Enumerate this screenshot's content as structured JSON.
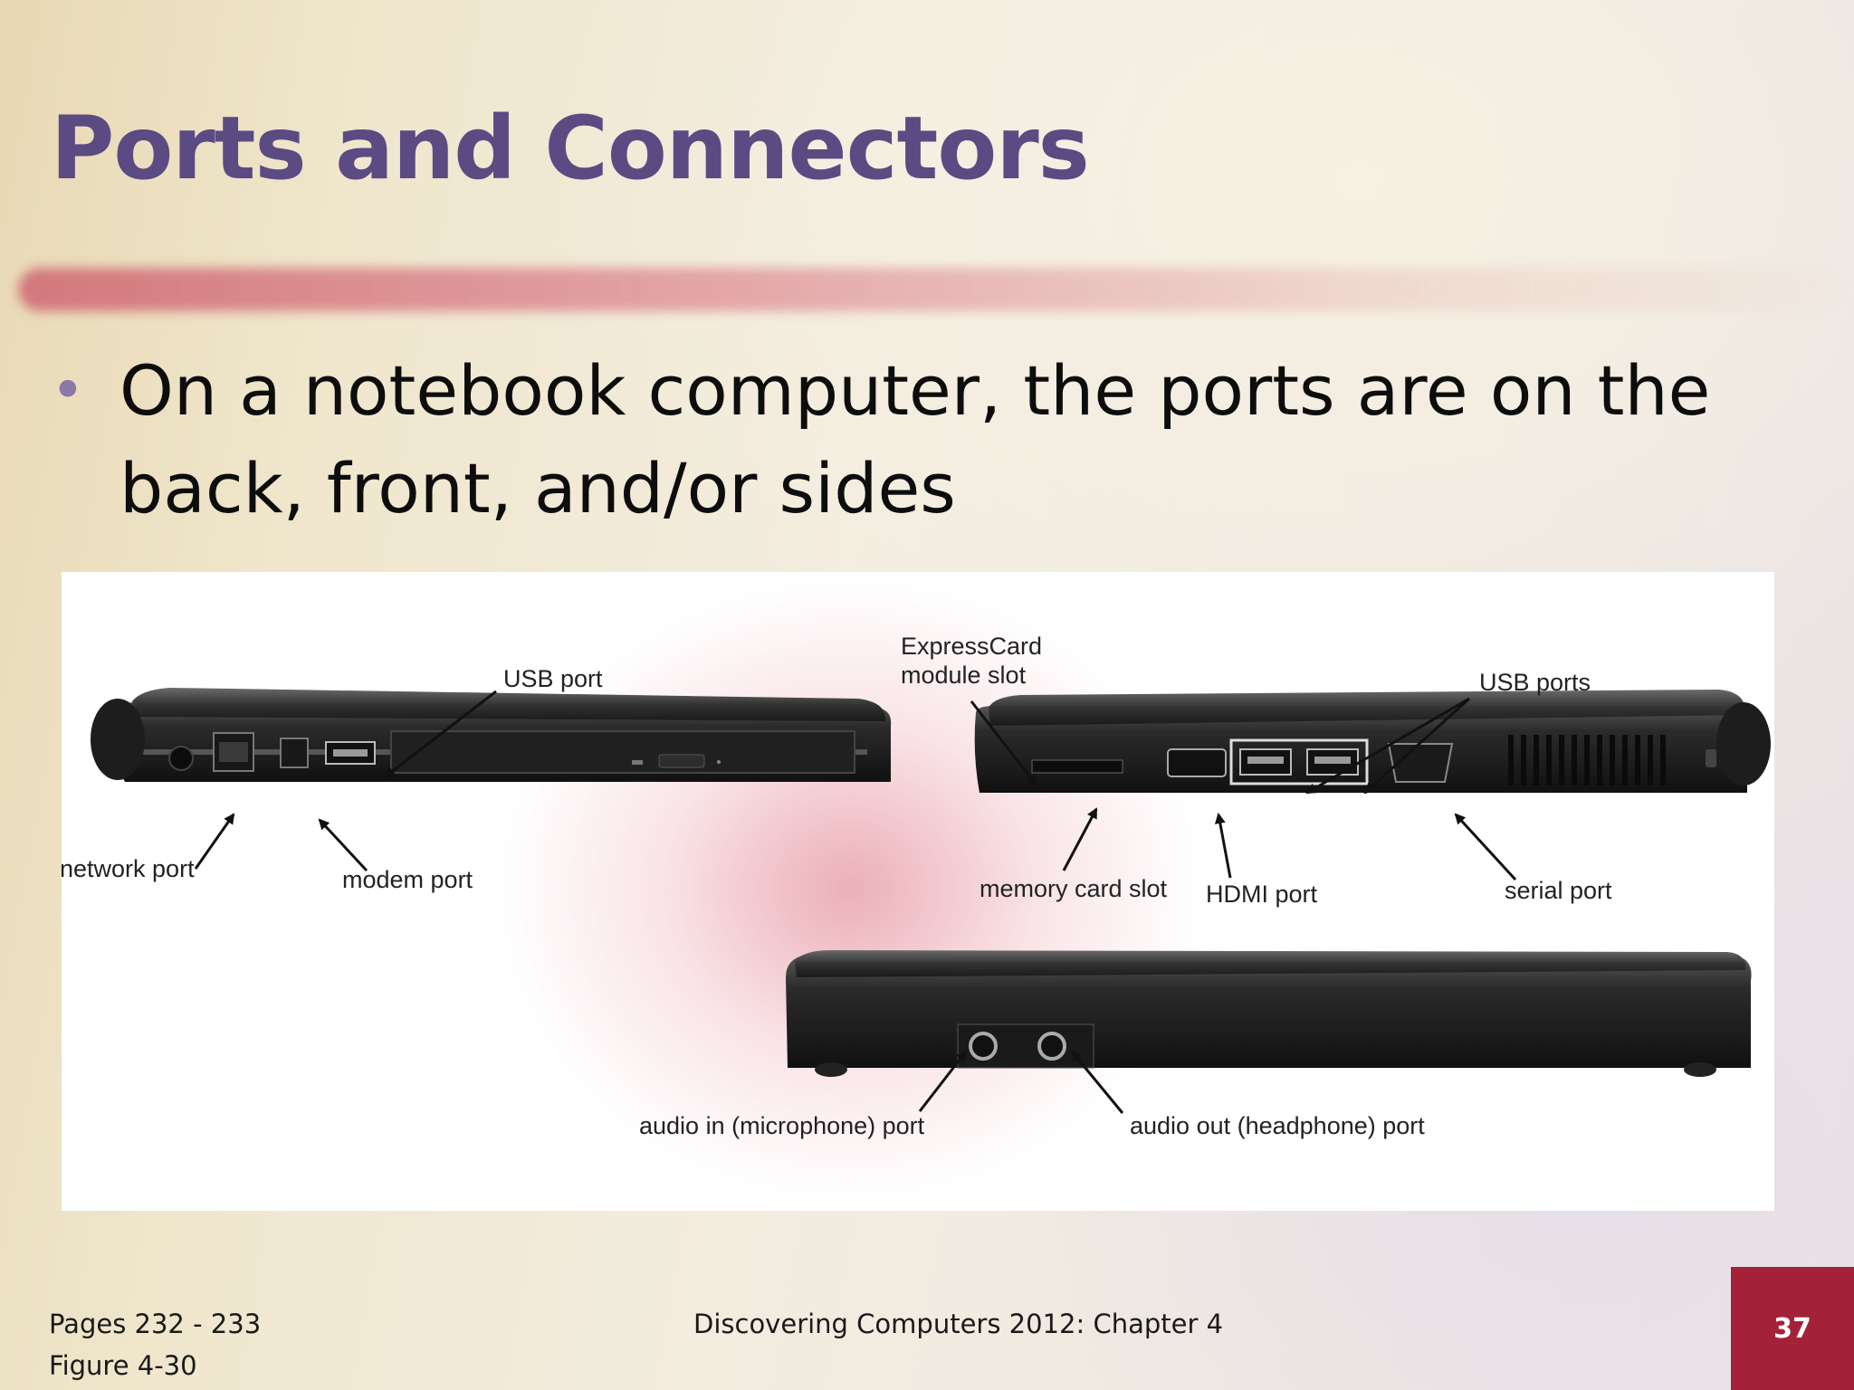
{
  "slide": {
    "title": "Ports and Connectors",
    "bullets": [
      "On a notebook computer, the ports are on the back, front, and/or sides"
    ]
  },
  "figure": {
    "labels": {
      "usb_port": "USB port",
      "expresscard_line1": "ExpressCard",
      "expresscard_line2": "module slot",
      "usb_ports": "USB ports",
      "network_port": "network port",
      "modem_port": "modem port",
      "memory_card_slot": "memory card slot",
      "hdmi_port": "HDMI port",
      "serial_port": "serial port",
      "audio_in": "audio in (microphone) port",
      "audio_out": "audio out (headphone) port"
    }
  },
  "footer": {
    "pages": "Pages 232 - 233",
    "figure_ref": "Figure 4-30",
    "course": "Discovering Computers 2012: Chapter 4",
    "page_number": "37"
  },
  "colors": {
    "title": "#5c4a82",
    "accent_rule": "#cd5f6e",
    "page_box": "#a3223a"
  }
}
